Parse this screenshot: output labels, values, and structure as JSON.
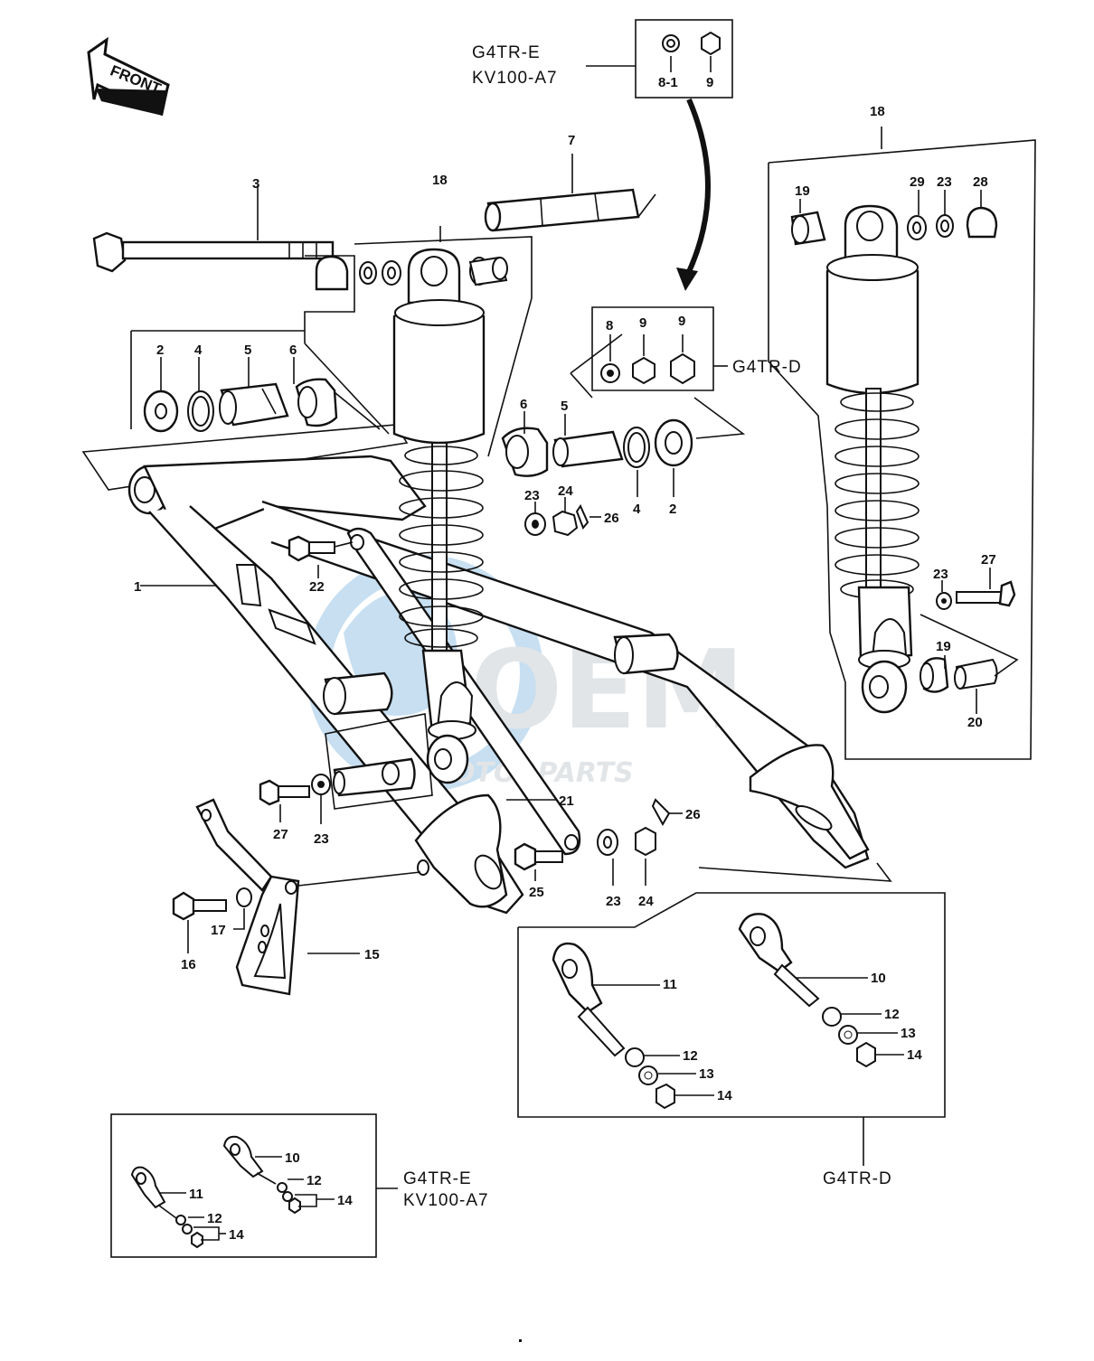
{
  "front_arrow": "FRONT",
  "watermark": {
    "logo_text": "OEM",
    "sub_text": "MOTORPARTS"
  },
  "models": {
    "e_top": [
      "G4TR-E",
      "KV100-A7"
    ],
    "d_right": "G4TR-D",
    "d_bottom": "G4TR-D",
    "e_bottom": [
      "G4TR-E",
      "KV100-A7"
    ]
  },
  "callouts": {
    "c1": "1",
    "c2a": "2",
    "c2b": "2",
    "c3": "3",
    "c4a": "4",
    "c4b": "4",
    "c5a": "5",
    "c5b": "5",
    "c6a": "6",
    "c6b": "6",
    "c7": "7",
    "c8": "8",
    "c8_1": "8-1",
    "c9a": "9",
    "c9b": "9",
    "c9c": "9",
    "c10": "10",
    "c10s": "10",
    "c11": "11",
    "c11s": "11",
    "c12a": "12",
    "c12b": "12",
    "c12s1": "12",
    "c12s2": "12",
    "c13a": "13",
    "c13b": "13",
    "c14a": "14",
    "c14b": "14",
    "c14s1": "14",
    "c14s2": "14",
    "c15": "15",
    "c16": "16",
    "c17": "17",
    "c18a": "18",
    "c18b": "18",
    "c19a": "19",
    "c19b": "19",
    "c20": "20",
    "c21": "21",
    "c22": "22",
    "c23a": "23",
    "c23b": "23",
    "c23c": "23",
    "c23d": "23",
    "c23e": "23",
    "c24a": "24",
    "c24b": "24",
    "c25": "25",
    "c26a": "26",
    "c26b": "26",
    "c27a": "27",
    "c27b": "27",
    "c28": "28",
    "c29": "29"
  }
}
